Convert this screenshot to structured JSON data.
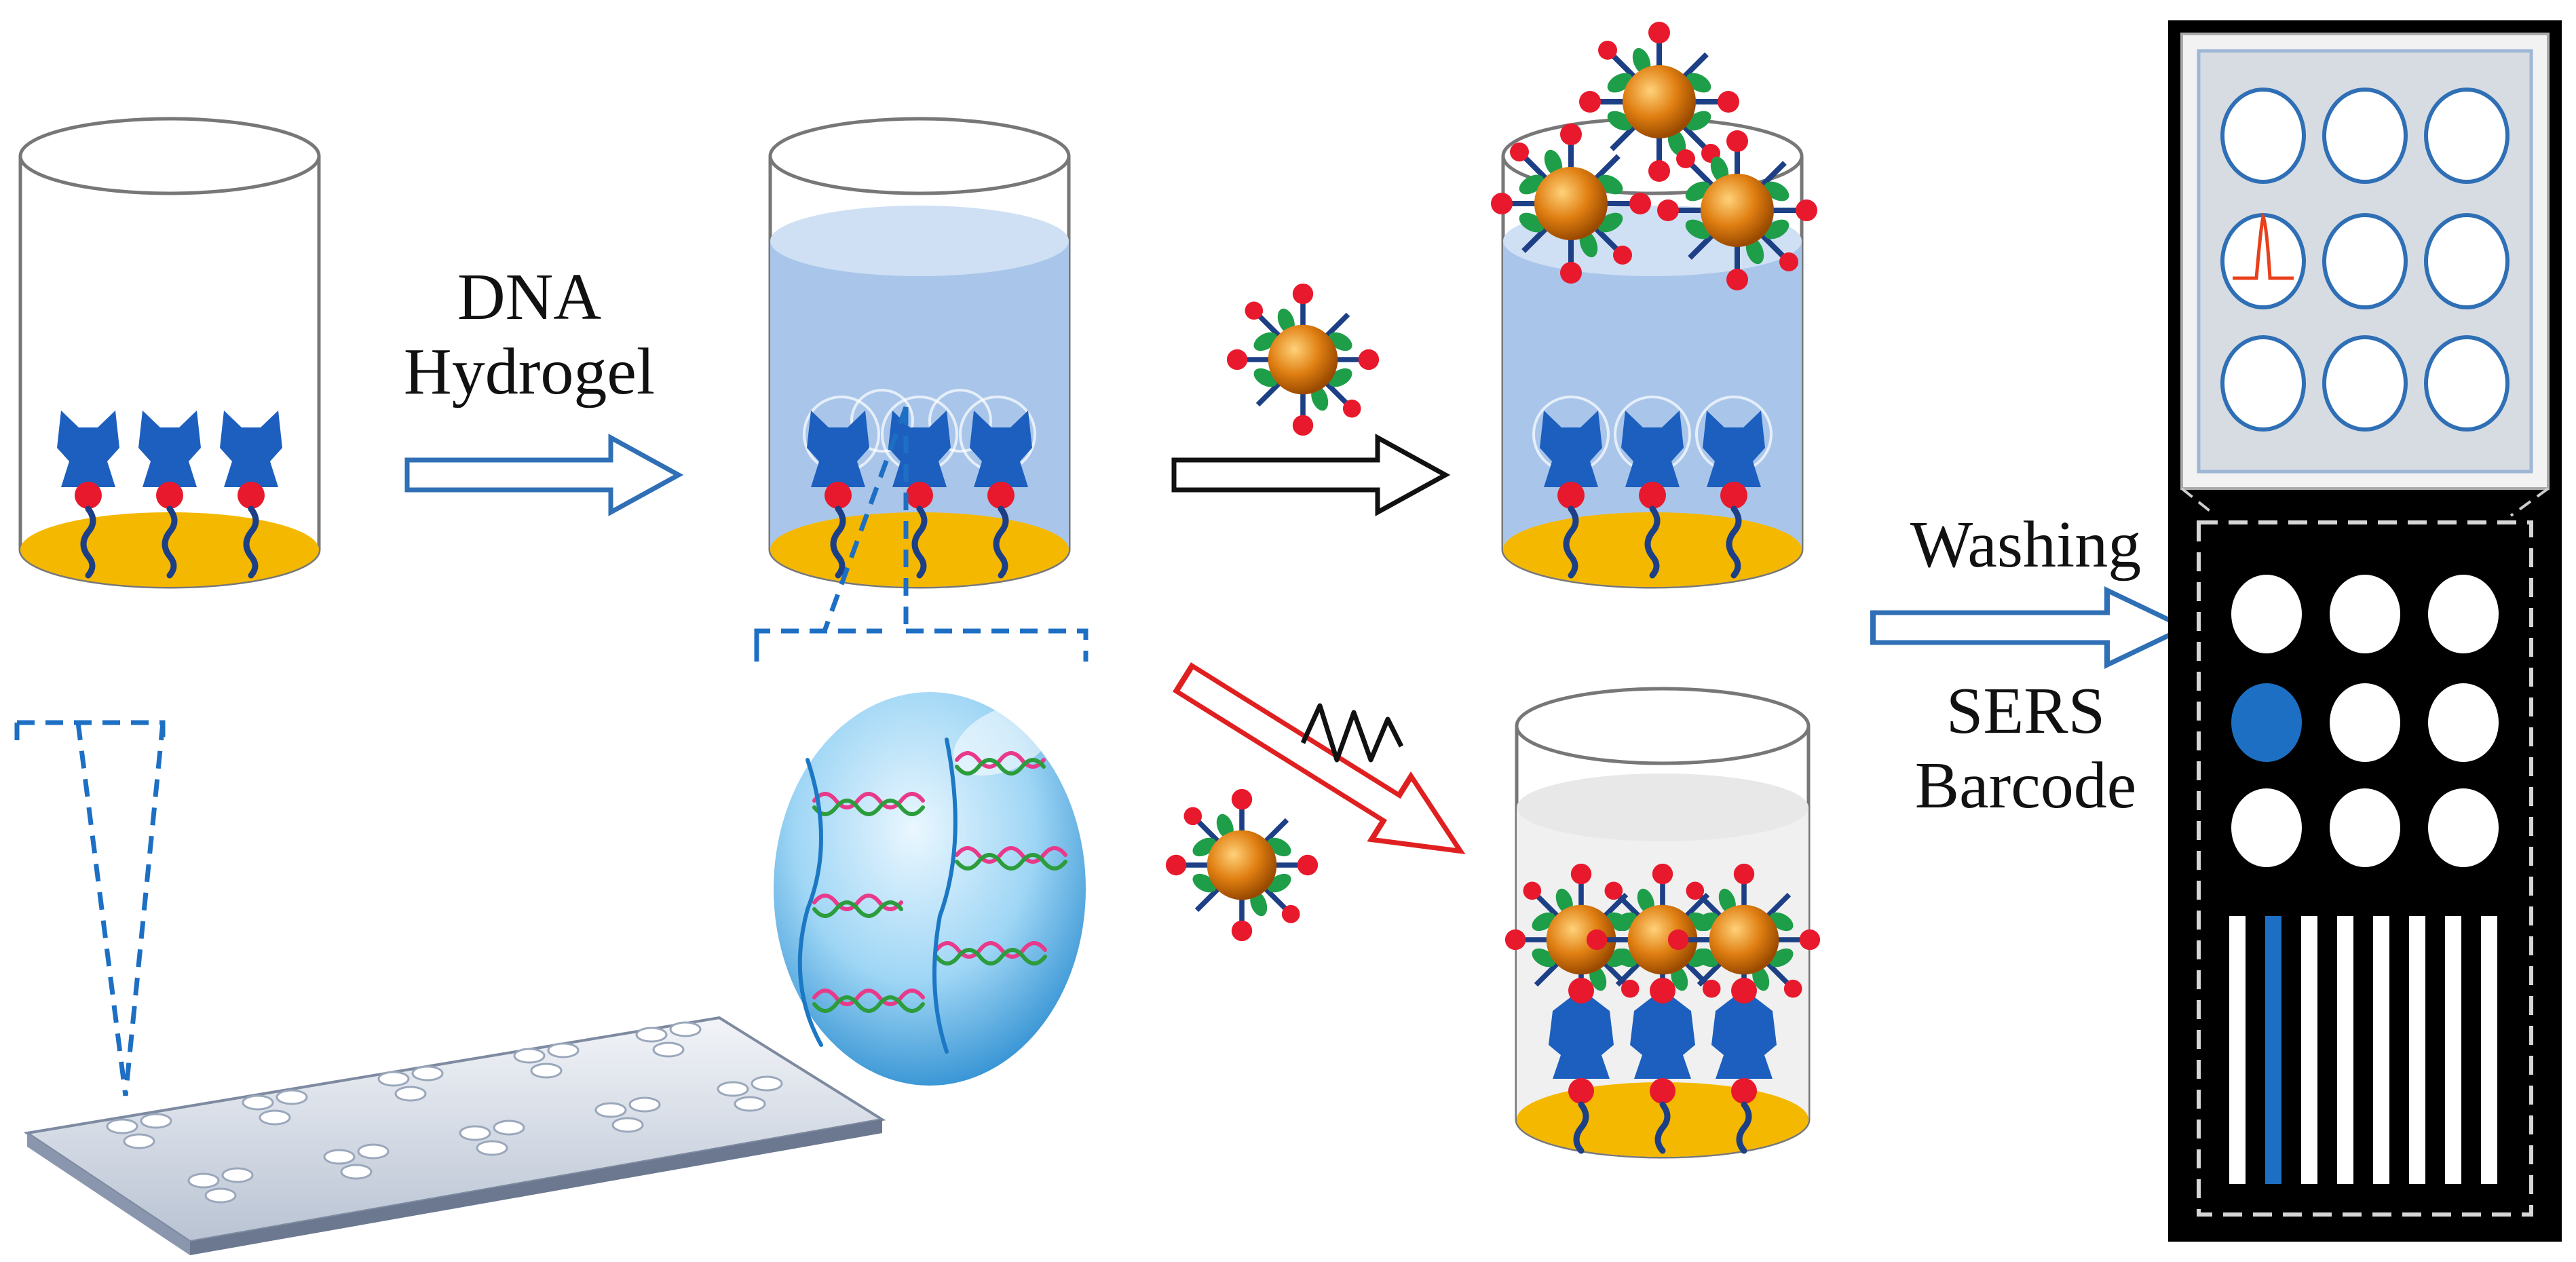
{
  "labels": {
    "step1_line1": "DNA",
    "step1_line2": "Hydrogel",
    "step3_line1": "Washing",
    "step3_line2": "SERS",
    "step3_line3": "Barcode"
  },
  "colors": {
    "gold_substrate": "#f5b800",
    "receptor_blue": "#1d5fbf",
    "red_bead": "#e8192c",
    "hydrogel_blue": "#a9c6ea",
    "arrow_blue": "#2f6fb5",
    "arrow_red": "#e02020",
    "nanoparticle_orange": "#d9730f",
    "antibody_green": "#1f9e4a",
    "panel_black": "#000000"
  },
  "barcode_panel": {
    "grid": {
      "rows": 3,
      "cols": 3,
      "highlighted": {
        "row": 2,
        "col": 1
      }
    },
    "bars": {
      "count": 8,
      "highlighted": 1
    }
  }
}
